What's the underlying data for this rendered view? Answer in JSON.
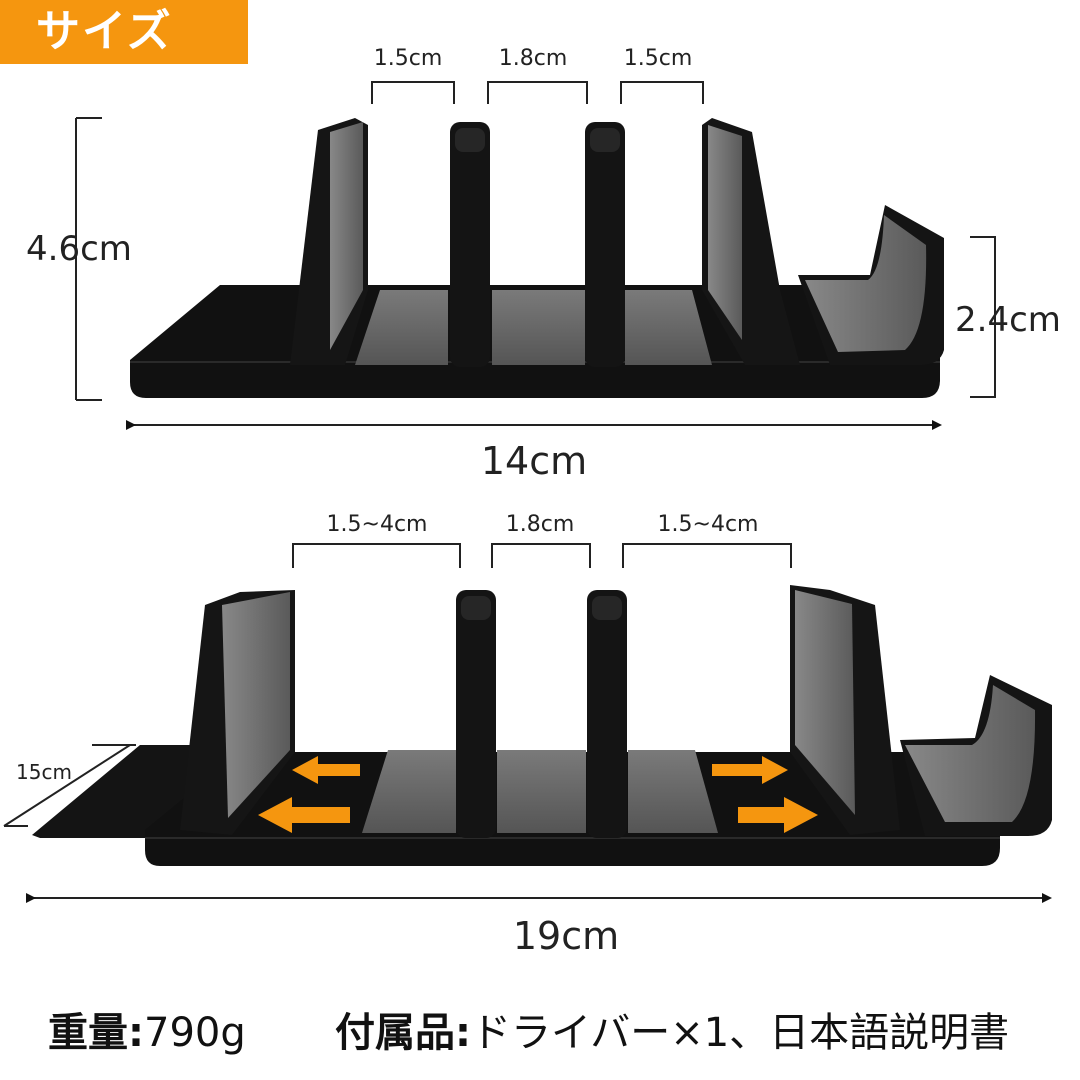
{
  "header": {
    "title": "サイズ"
  },
  "top_view": {
    "gaps": [
      "1.5cm",
      "1.8cm",
      "1.5cm"
    ],
    "height_label": "4.6cm",
    "side_height_label": "2.4cm",
    "width_label": "14cm"
  },
  "bottom_view": {
    "gaps": [
      "1.5~4cm",
      "1.8cm",
      "1.5~4cm"
    ],
    "depth_label": "15cm",
    "width_label": "19cm"
  },
  "footer": {
    "weight_label": "重量:",
    "weight_value": "790g",
    "accessories_label": "付属品:",
    "accessories_value": "ドライバー×1、日本語説明書"
  },
  "colors": {
    "badge": "#f5960f",
    "stand_body": "#101010",
    "stand_pad": "#6a6a6a",
    "arrow": "#f5960f"
  }
}
